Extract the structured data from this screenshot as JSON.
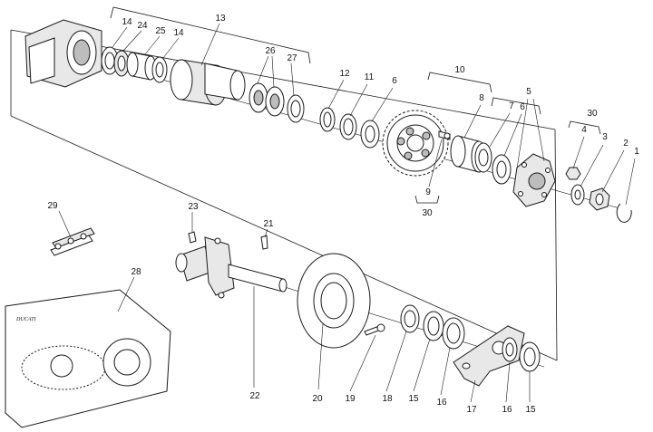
{
  "diagram": {
    "callouts": [
      {
        "id": "c1",
        "text": "1"
      },
      {
        "id": "c2",
        "text": "2"
      },
      {
        "id": "c3",
        "text": "3"
      },
      {
        "id": "c4",
        "text": "4"
      },
      {
        "id": "c5",
        "text": "5"
      },
      {
        "id": "c6a",
        "text": "6"
      },
      {
        "id": "c6b",
        "text": "6"
      },
      {
        "id": "c7",
        "text": "7"
      },
      {
        "id": "c8",
        "text": "8"
      },
      {
        "id": "c9",
        "text": "9"
      },
      {
        "id": "c10",
        "text": "10"
      },
      {
        "id": "c11",
        "text": "11"
      },
      {
        "id": "c12",
        "text": "12"
      },
      {
        "id": "c13",
        "text": "13"
      },
      {
        "id": "c14a",
        "text": "14"
      },
      {
        "id": "c14b",
        "text": "14"
      },
      {
        "id": "c15a",
        "text": "15"
      },
      {
        "id": "c15b",
        "text": "15"
      },
      {
        "id": "c16a",
        "text": "16"
      },
      {
        "id": "c16b",
        "text": "16"
      },
      {
        "id": "c17",
        "text": "17"
      },
      {
        "id": "c18",
        "text": "18"
      },
      {
        "id": "c19",
        "text": "19"
      },
      {
        "id": "c20",
        "text": "20"
      },
      {
        "id": "c21",
        "text": "21"
      },
      {
        "id": "c22",
        "text": "22"
      },
      {
        "id": "c23",
        "text": "23"
      },
      {
        "id": "c24",
        "text": "24"
      },
      {
        "id": "c25",
        "text": "25"
      },
      {
        "id": "c26",
        "text": "26"
      },
      {
        "id": "c27",
        "text": "27"
      },
      {
        "id": "c28",
        "text": "28"
      },
      {
        "id": "c29",
        "text": "29"
      },
      {
        "id": "c30a",
        "text": "30"
      },
      {
        "id": "c30b",
        "text": "30"
      }
    ],
    "logo": {
      "text": "DUCATI"
    }
  }
}
